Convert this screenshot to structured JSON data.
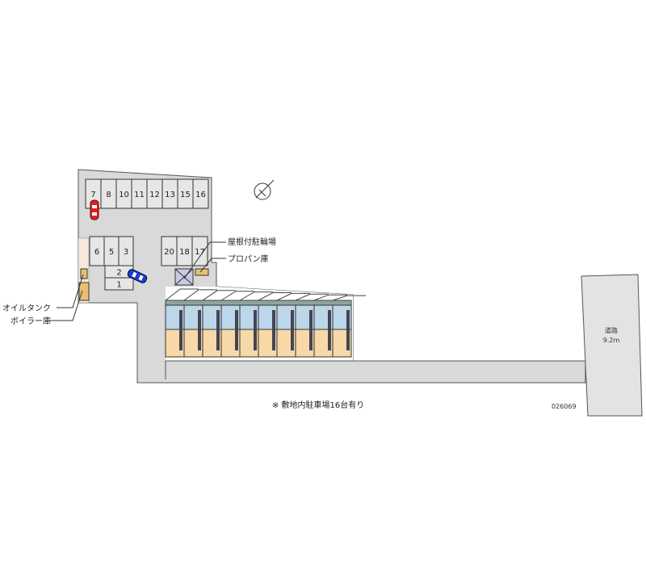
{
  "site_map": {
    "stalls_top": [
      "7",
      "8",
      "10",
      "11",
      "12",
      "13",
      "15",
      "16"
    ],
    "stalls_left": [
      "6",
      "5",
      "3"
    ],
    "stalls_lower": [
      "2",
      "1"
    ],
    "stalls_right": [
      "20",
      "18",
      "17"
    ],
    "labels": {
      "covered_bicycle_parking": "屋根付駐輪場",
      "propane_storage": "プロパン庫",
      "oil_tank": "オイルタンク",
      "boiler_room": "ボイラー庫"
    },
    "road": {
      "name": "道路",
      "width": "9.2m"
    },
    "note": "※ 敷地内駐車場16台有り",
    "map_id": "026069",
    "unit_count": 10
  },
  "colors": {
    "lot": "#d9d9d9",
    "stall": "#e6e6e6",
    "road": "#e3e3e6",
    "unit_upper": "#bcd6ea",
    "unit_lower": "#f6d9a6",
    "roof": "#8fa3a3"
  }
}
